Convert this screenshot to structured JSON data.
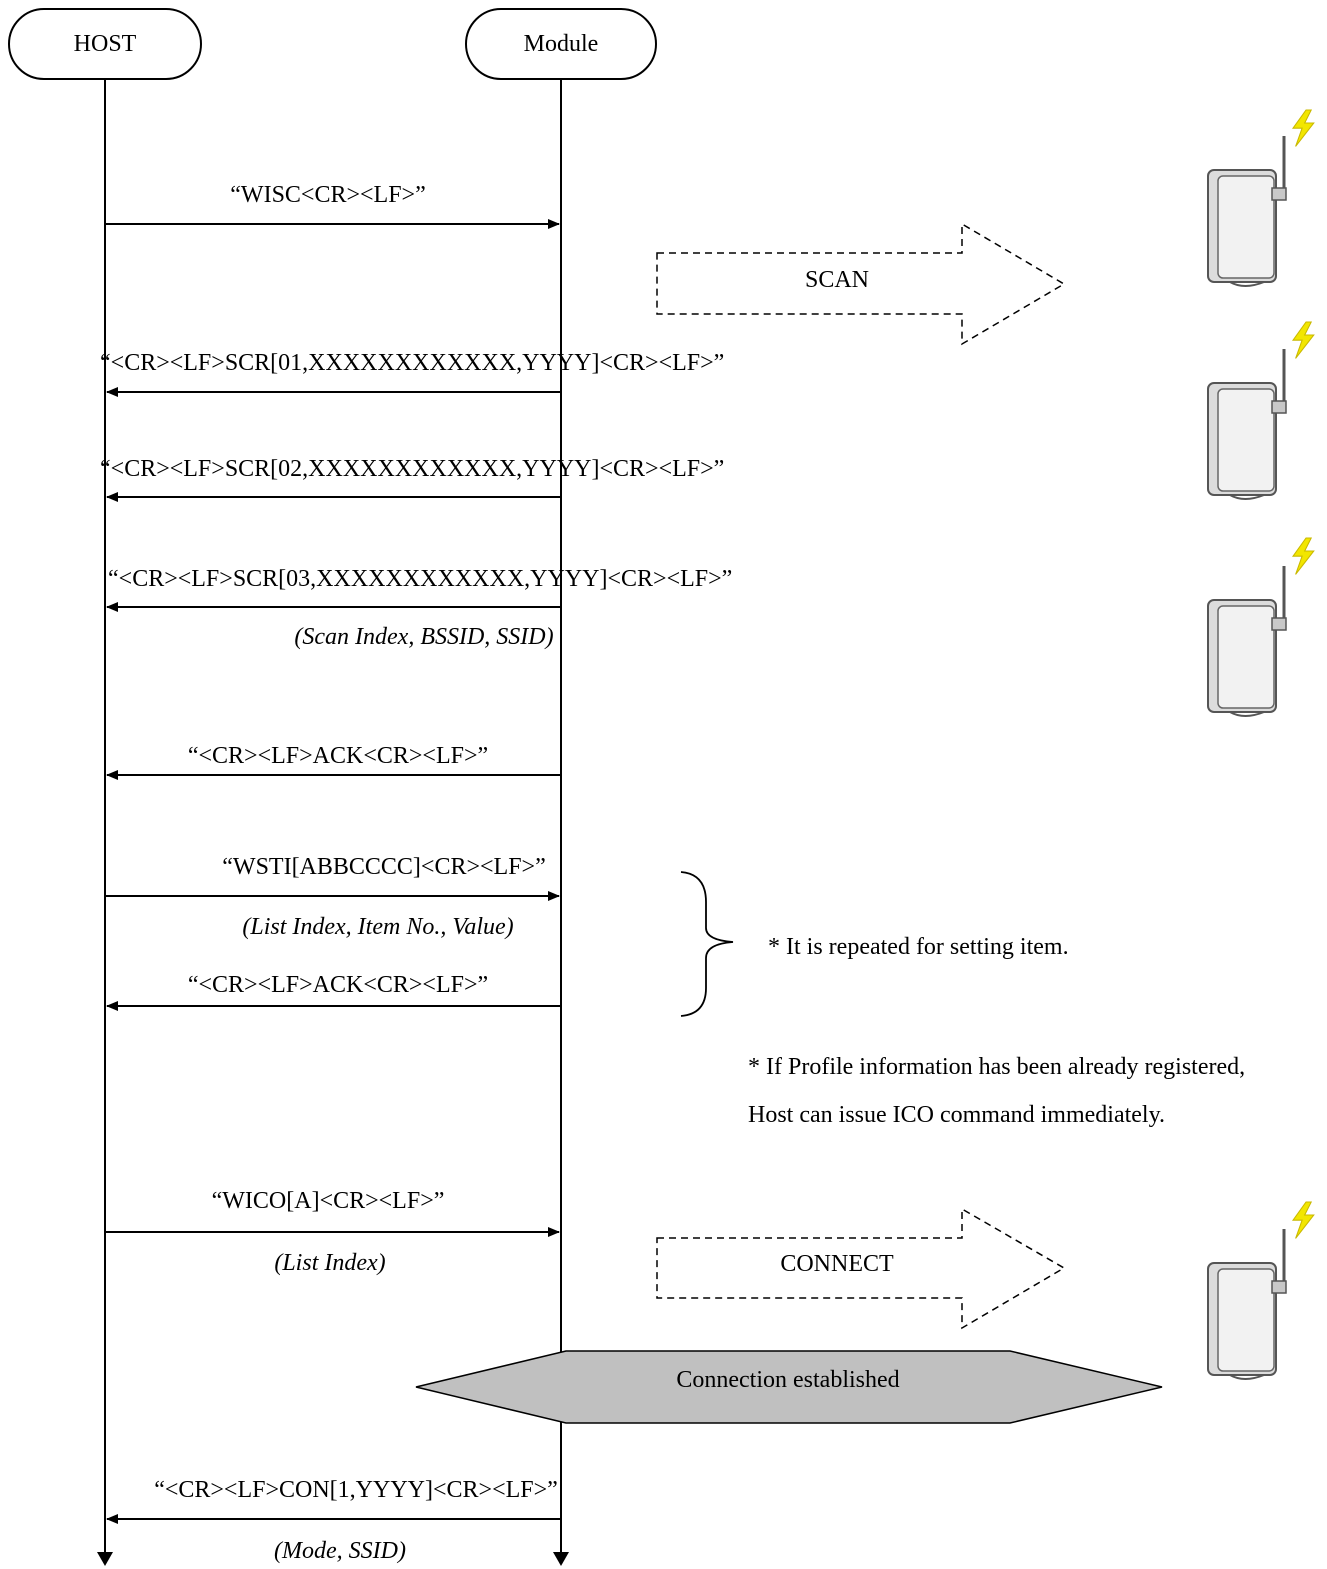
{
  "actors": {
    "host": "HOST",
    "module": "Module"
  },
  "messages": [
    {
      "text": "“WISC<CR><LF>”",
      "note": ""
    },
    {
      "text": "“<CR><LF>SCR[01,XXXXXXXXXXXX,YYYY]<CR><LF>”",
      "note": ""
    },
    {
      "text": "“<CR><LF>SCR[02,XXXXXXXXXXXX,YYYY]<CR><LF>”",
      "note": ""
    },
    {
      "text": "“<CR><LF>SCR[03,XXXXXXXXXXXX,YYYY]<CR><LF>”",
      "note": "(Scan Index, BSSID, SSID)"
    },
    {
      "text": "“<CR><LF>ACK<CR><LF>”",
      "note": ""
    },
    {
      "text": "“WSTI[ABBCCCC]<CR><LF>”",
      "note": "(List Index, Item No., Value)"
    },
    {
      "text": "“<CR><LF>ACK<CR><LF>”",
      "note": ""
    },
    {
      "text": "“WICO[A]<CR><LF>”",
      "note": "(List Index)"
    },
    {
      "text": "“<CR><LF>CON[1,YYYY]<CR><LF>”",
      "note": "(Mode, SSID)"
    }
  ],
  "actions": {
    "scan": "SCAN",
    "connect": "CONNECT",
    "established": "Connection established"
  },
  "notes": {
    "repeat": "* It is repeated for setting item.",
    "profile_line1": "* If Profile information has been already registered,",
    "profile_line2": "Host can issue ICO command immediately."
  },
  "icons": {
    "access_point": "wireless-access-point-icon",
    "signal": "lightning-bolt-icon"
  },
  "colors": {
    "line": "#000000",
    "established_fill": "#c0c0c0",
    "bolt": "#f2e600",
    "device_body": "#e6e6e6"
  }
}
